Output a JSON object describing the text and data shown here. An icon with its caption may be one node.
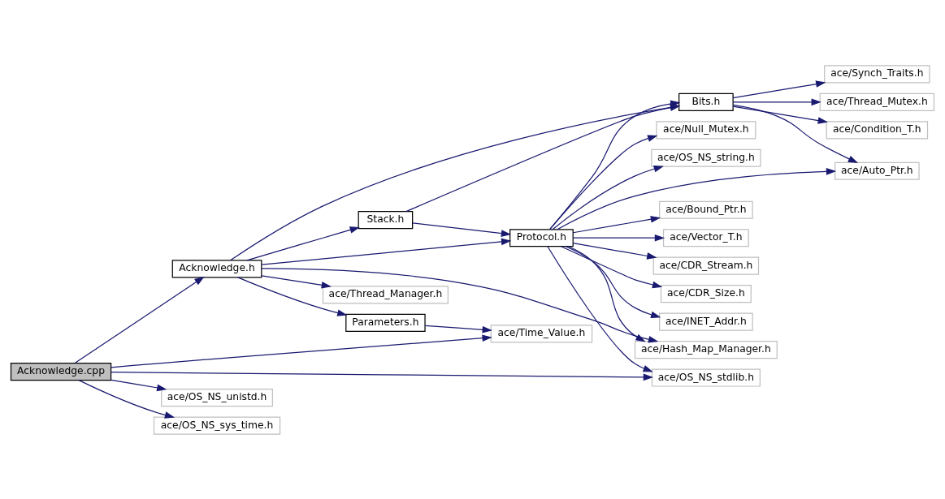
{
  "diagram": {
    "nodes": [
      {
        "text": [
          "Acknowledge.cpp"
        ]
      },
      {
        "text": [
          "Acknowledge.h"
        ]
      },
      {
        "text": [
          "ace/Hash_Map_Manager.h"
        ]
      },
      {
        "text": [
          "ace/Thread_Manager.h"
        ]
      },
      {
        "text": [
          "Protocol.h"
        ]
      },
      {
        "text": [
          "Stack.h"
        ]
      },
      {
        "text": [
          "Parameters.h"
        ]
      },
      {
        "text": [
          "ace/Time_Value.h"
        ]
      },
      {
        "text": [
          "ace/Bound_Ptr.h"
        ]
      },
      {
        "text": [
          "ace/Vector_T.h"
        ]
      },
      {
        "text": [
          "ace/CDR_Stream.h"
        ]
      },
      {
        "text": [
          "ace/CDR_Size.h"
        ]
      },
      {
        "text": [
          "ace/INET_Addr.h"
        ]
      },
      {
        "text": [
          "ace/Null_Mutex.h"
        ]
      },
      {
        "text": [
          "ace/OS_NS_string.h"
        ]
      },
      {
        "text": [
          "ace/Auto_Ptr.h"
        ]
      },
      {
        "text": [
          "Bits.h"
        ]
      },
      {
        "text": [
          "ace/Condition_T.h"
        ]
      },
      {
        "text": [
          "ace/Synch_Traits.h"
        ]
      },
      {
        "text": [
          "ace/OS_NS_stdlib.h"
        ]
      },
      {
        "text": [
          "ace/Thread_Mutex.h"
        ]
      },
      {
        "text": [
          "ace/OS_NS_unistd.h"
        ]
      },
      {
        "text": [
          "ace/OS_NS_sys_time.h"
        ]
      }
    ],
    "edges": [
      {
        "from": 0,
        "to": 1,
        "arrow": "to"
      },
      {
        "from": 0,
        "to": 7,
        "arrow": "to"
      },
      {
        "from": 0,
        "to": 19,
        "arrow": "to"
      },
      {
        "from": 0,
        "to": 21,
        "arrow": "to"
      },
      {
        "from": 0,
        "to": 22,
        "arrow": "to"
      },
      {
        "from": 1,
        "to": 2,
        "arrow": "to"
      },
      {
        "from": 1,
        "to": 3,
        "arrow": "to"
      },
      {
        "from": 1,
        "to": 4,
        "arrow": "to"
      },
      {
        "from": 1,
        "to": 5,
        "arrow": "to"
      },
      {
        "from": 1,
        "to": 6,
        "arrow": "to"
      },
      {
        "from": 1,
        "to": 16,
        "arrow": "to"
      },
      {
        "from": 5,
        "to": 4,
        "arrow": "to"
      },
      {
        "from": 5,
        "to": 16,
        "arrow": "to"
      },
      {
        "from": 6,
        "to": 7,
        "arrow": "to"
      },
      {
        "from": 4,
        "to": 2,
        "arrow": "to"
      },
      {
        "from": 4,
        "to": 8,
        "arrow": "to"
      },
      {
        "from": 4,
        "to": 9,
        "arrow": "to"
      },
      {
        "from": 4,
        "to": 10,
        "arrow": "to"
      },
      {
        "from": 4,
        "to": 11,
        "arrow": "to"
      },
      {
        "from": 4,
        "to": 12,
        "arrow": "to"
      },
      {
        "from": 4,
        "to": 13,
        "arrow": "to"
      },
      {
        "from": 4,
        "to": 14,
        "arrow": "to"
      },
      {
        "from": 4,
        "to": 15,
        "arrow": "to"
      },
      {
        "from": 4,
        "to": 16,
        "arrow": "to"
      },
      {
        "from": 4,
        "to": 19,
        "arrow": "to"
      },
      {
        "from": 16,
        "to": 15,
        "arrow": "to"
      },
      {
        "from": 16,
        "to": 17,
        "arrow": "to"
      },
      {
        "from": 16,
        "to": 18,
        "arrow": "to"
      },
      {
        "from": 16,
        "to": 20,
        "arrow": "to"
      }
    ]
  }
}
